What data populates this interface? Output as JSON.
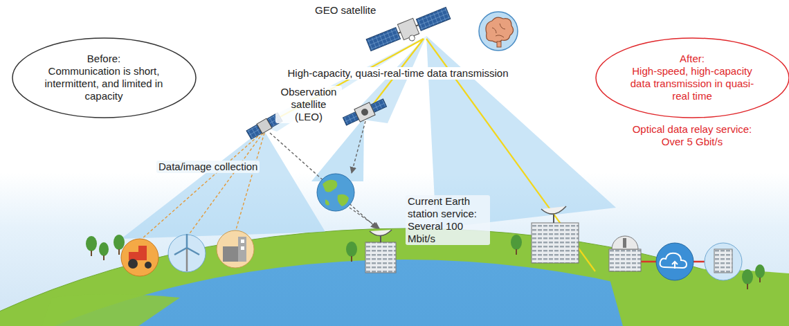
{
  "diagram": {
    "nodes": [
      {
        "text": [
          "Before:",
          "Communication is short, intermittent, and limited in capacity"
        ]
      },
      {
        "text": [
          "After:",
          "High-speed, high-capacity data transmission in quasi-real time"
        ]
      }
    ],
    "labels": [
      "GEO satellite",
      "High-capacity, quasi-real-time data transmission",
      "Observation satellite (LEO)",
      "Data/image collection",
      "Current Earth station service: Several 100 Mbit/s",
      "Optical data relay service: Over 5 Gbit/s"
    ]
  }
}
